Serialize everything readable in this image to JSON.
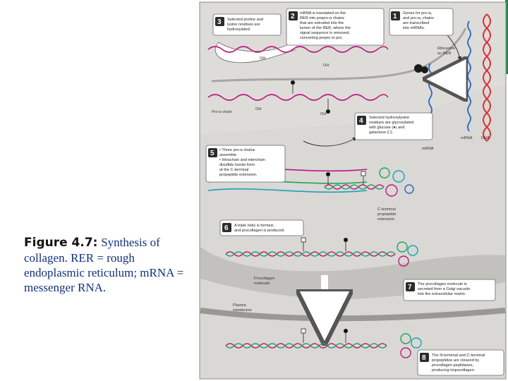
{
  "caption": {
    "label": "Figure 4.7:",
    "text": "Synthesis of collagen. RER = rough endoplasmic reticulum; mRNA = messenger RNA."
  },
  "steps": [
    {
      "num": "1",
      "lines": [
        "Genes for pro-α₁",
        "and pro-α₂ chains",
        "are transcribed",
        "into mRNAs."
      ]
    },
    {
      "num": "2",
      "lines": [
        "mRNA is translated on the",
        "RER into prepro-α chains",
        "that are extruded into the",
        "lumen of the RER, where the",
        "signal sequence is removed,",
        "converting prepro to pro."
      ]
    },
    {
      "num": "3",
      "lines": [
        "Selected proline and",
        "lysine residues are",
        "hydroxylated."
      ]
    },
    {
      "num": "4",
      "lines": [
        "Selected hydroxylysine",
        "residues are glycosylated",
        "with glucose (●) and",
        "galactose (□)."
      ]
    },
    {
      "num": "5",
      "lines": [
        "• Three pro-α chains",
        "  assemble.",
        "• Intrachain and interchain",
        "  disulfide bonds form",
        "  at the C-terminal",
        "  propeptide extension."
      ]
    },
    {
      "num": "6",
      "lines": [
        "A triple helix is formed,",
        "and procollagen is produced."
      ]
    },
    {
      "num": "7",
      "lines": [
        "The procollagen molecule is",
        "secreted from a Golgi vacuole",
        "into the extracellular matrix."
      ]
    },
    {
      "num": "8",
      "lines": [
        "The N-terminal and C-terminal",
        "propeptides are cleaved by",
        "procollagen peptidases,",
        "producing tropocollagen."
      ]
    }
  ],
  "labels": {
    "ribosome": [
      "Ribosome",
      "on RER"
    ],
    "oh1": "OH",
    "oh2": "OH",
    "oh3": "OH",
    "oh4": "OH",
    "pro_chain": "Pro-α chain",
    "mrna1": "mRNA",
    "mrna2": "mRNA",
    "dna": "DNA",
    "c_terminal": [
      "C-terminal",
      "propeptide",
      "extension"
    ],
    "procollagen": [
      "Procollagen",
      "molecule"
    ],
    "plasma": [
      "Plasma",
      "membrane"
    ]
  },
  "colors": {
    "panel_bg": "#d7d6d3",
    "upper_bg": "#dcdbd8",
    "membrane": "#9a9894",
    "step_badge": "#2b2b2b",
    "chain_magenta": "#c0187f",
    "chain_green": "#23a35a",
    "chain_teal": "#1aa0b8",
    "mrna_blue": "#2a66c6",
    "dna_red": "#d83434",
    "caption_blue": "#12317a"
  }
}
